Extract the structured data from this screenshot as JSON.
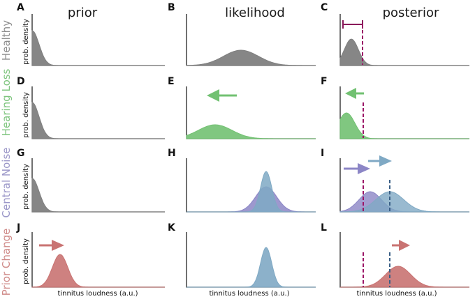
{
  "columns": {
    "prior": "prior",
    "likelihood": "likelihood",
    "posterior": "posterior"
  },
  "rows": [
    {
      "label": "Healthy",
      "color": "#8c8c8c"
    },
    {
      "label": "Hearing Loss",
      "color": "#7dc47d"
    },
    {
      "label": "Central Noise",
      "color": "#9b97c8"
    },
    {
      "label": "Prior Change",
      "color": "#cf8a88"
    }
  ],
  "panel_letters": [
    "A",
    "B",
    "C",
    "D",
    "E",
    "F",
    "G",
    "H",
    "I",
    "J",
    "K",
    "L"
  ],
  "ylabel": "prob. density",
  "xlabel": "tinnitus loudness (a.u.)",
  "colors": {
    "gray": "#7f7f7f",
    "green": "#72c172",
    "purple": "#8c86c6",
    "blue": "#7fa9c4",
    "red": "#c97372",
    "magenta_line": "#9b1566",
    "blue_line": "#3a5f86",
    "interval_bar": "#8a1a5a"
  }
}
